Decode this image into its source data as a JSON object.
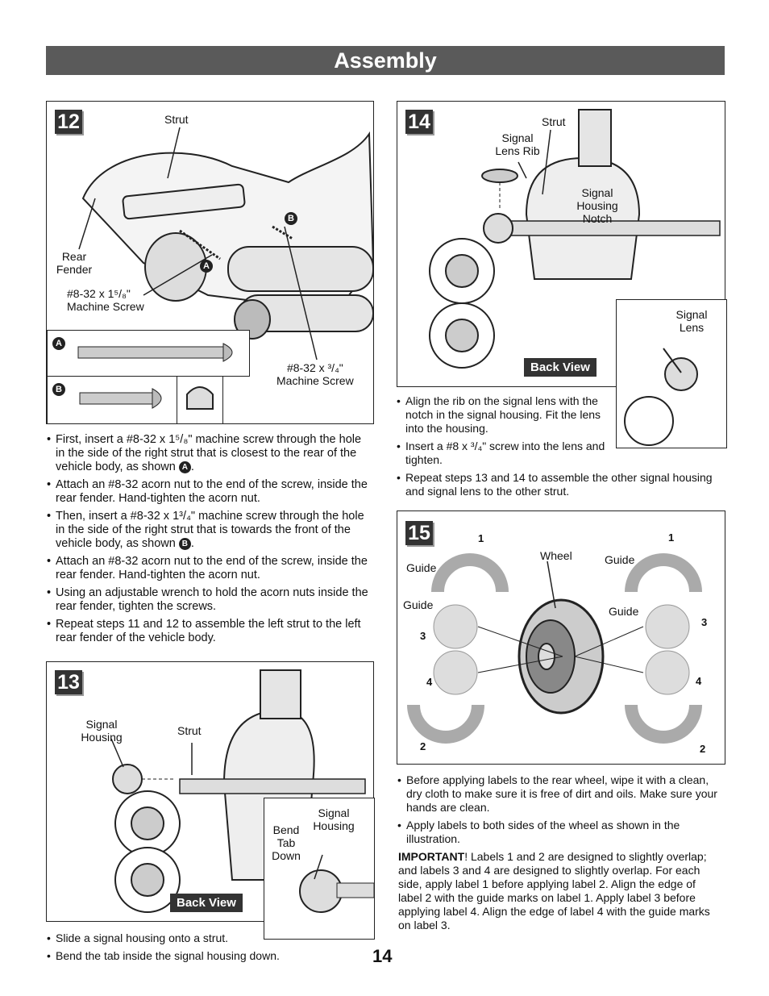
{
  "header": {
    "title": "Assembly"
  },
  "step12": {
    "number": "12",
    "labels": {
      "strut": "Strut",
      "rear_fender": "Rear\nFender",
      "screw_long": "#8-32 x 1⁵/₈\"\nMachine Screw",
      "screw_short": "#8-32 x ³/₄\"\nMachine Screw"
    },
    "badge_a": "A",
    "badge_b": "B",
    "bullets": [
      "First, insert a #8-32 x 1⁵/₈\" machine screw through the hole in the side of the right strut that is closest to the rear of the vehicle body, as shown",
      "Attach an #8-32 acorn nut to the end of the screw, inside the rear fender. Hand-tighten the acorn nut.",
      "Then, insert a #8-32 x 1³/₄\" machine screw through the hole in the side of the right strut that is towards the front of the vehicle body, as shown",
      "Attach an #8-32 acorn nut to the end of the screw, inside the rear fender. Hand-tighten the acorn nut.",
      "Using an adjustable wrench to hold the acorn nuts inside the rear fender, tighten the screws.",
      "Repeat steps 11 and 12 to assemble the left strut to the left rear fender of the vehicle body."
    ]
  },
  "step13": {
    "number": "13",
    "labels": {
      "signal_housing": "Signal\nHousing",
      "strut": "Strut",
      "bend_tab": "Bend\nTab\nDown",
      "signal_housing2": "Signal\nHousing",
      "back_view": "Back View"
    },
    "bullets": [
      "Slide a signal housing onto a strut.",
      "Bend the tab inside the signal housing down."
    ]
  },
  "step14": {
    "number": "14",
    "labels": {
      "strut": "Strut",
      "signal_lens_rib": "Signal\nLens Rib",
      "signal_housing_notch": "Signal\nHousing\nNotch",
      "signal_lens": "Signal\nLens",
      "back_view": "Back View"
    },
    "bullets": [
      "Align the rib on the signal lens with the notch in the signal housing. Fit the lens into the housing.",
      "Insert a #8 x ³/₄\" screw into the lens and tighten.",
      "Repeat steps 13 and 14 to assemble the other signal housing and signal lens to the other strut."
    ]
  },
  "step15": {
    "number": "15",
    "labels": {
      "wheel": "Wheel",
      "guide": "Guide"
    },
    "numbers": [
      "1",
      "1",
      "3",
      "3",
      "4",
      "4",
      "2",
      "2"
    ],
    "bullets": [
      "Before applying labels to the rear wheel, wipe it with a clean, dry cloth to make sure it is free of dirt and oils. Make sure your hands are clean.",
      "Apply labels to both sides of the wheel as shown in the illustration."
    ],
    "important_label": "IMPORTANT",
    "important_text": "! Labels 1 and 2 are designed to slightly overlap; and labels 3 and 4 are designed to slightly overlap. For each side, apply label 1 before applying label 2. Align the edge of label 2 with the guide marks on label 1. Apply label 3 before applying label 4. Align the edge of label 4 with the guide marks on label 3."
  },
  "page_number": "14"
}
